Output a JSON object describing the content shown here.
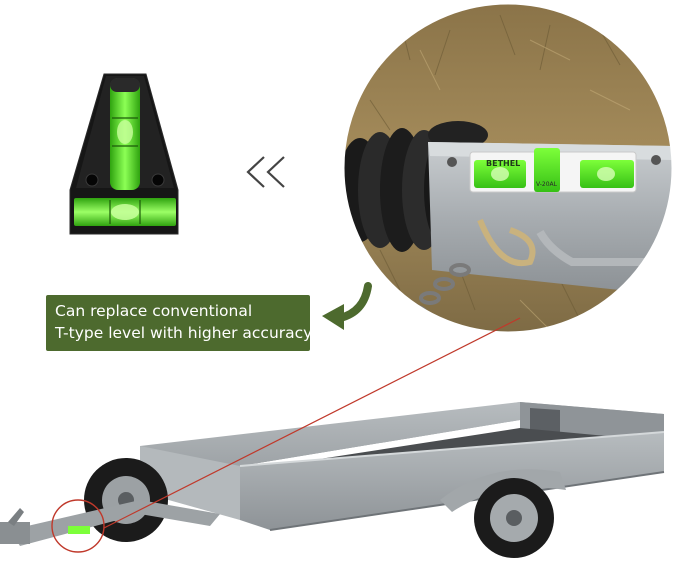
{
  "caption": {
    "line1": "Can replace conventional",
    "line2": "T-type level with higher accuracy"
  },
  "level_branding": {
    "brand": "BETHEL",
    "model": "V-20AL"
  },
  "colors": {
    "caption_bg": "#4d6a2e",
    "caption_text": "#ffffff",
    "bubble_green": "#5fe62c",
    "level_body": "#1a1a1a",
    "callout_line": "#c0392b",
    "trailer_metal": "#9ea3a6"
  },
  "icons": {
    "nav": "double-chevron-left-icon",
    "pointer": "curved-arrow-icon"
  }
}
